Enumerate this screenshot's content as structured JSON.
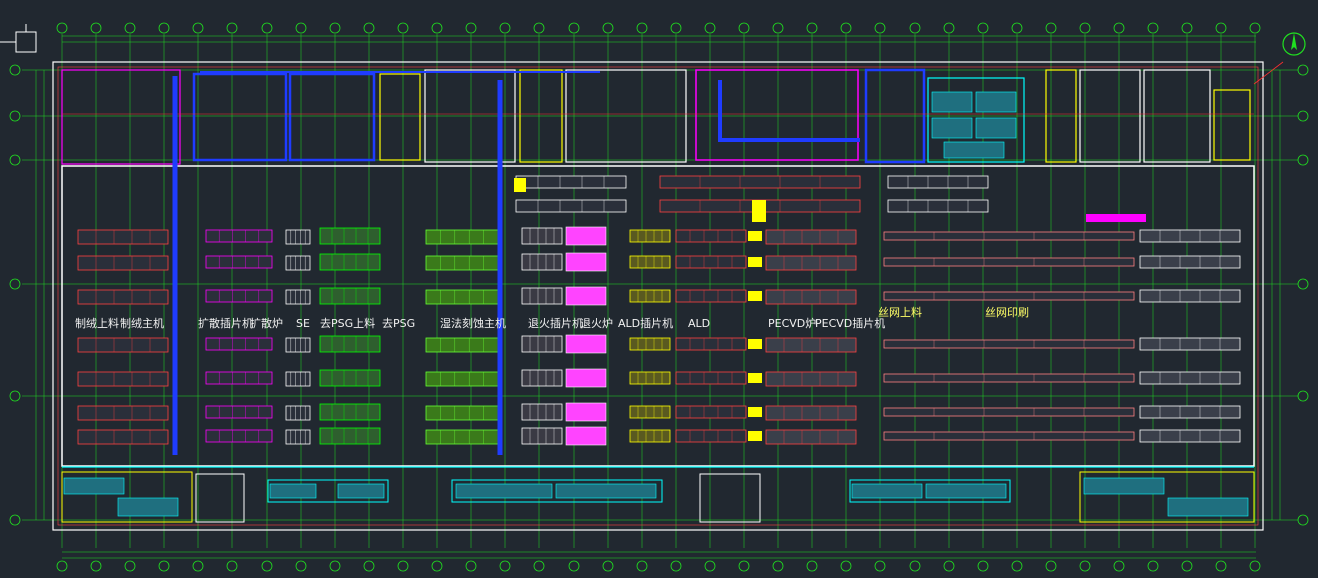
{
  "drawing": {
    "process_labels": [
      {
        "id": "wire-feed",
        "text": "制绒上料"
      },
      {
        "id": "texture",
        "text": "制绒主机"
      },
      {
        "id": "diffusion-loader",
        "text": "扩散插片机"
      },
      {
        "id": "diffusion-furnace",
        "text": "扩散炉"
      },
      {
        "id": "se",
        "text": "SE"
      },
      {
        "id": "psg-loader",
        "text": "去PSG上料"
      },
      {
        "id": "psg",
        "text": "去PSG"
      },
      {
        "id": "wet-etch",
        "text": "湿法刻蚀主机"
      },
      {
        "id": "anneal-loader",
        "text": "退火插片机"
      },
      {
        "id": "anneal-furnace",
        "text": "退火炉"
      },
      {
        "id": "ald-loader",
        "text": "ALD插片机"
      },
      {
        "id": "ald",
        "text": "ALD"
      },
      {
        "id": "pecvd-furnace",
        "text": "PECVD炉"
      },
      {
        "id": "pecvd-loader",
        "text": "PECVD插片机"
      },
      {
        "id": "printing-feed",
        "text": "丝网上料"
      },
      {
        "id": "screen-print",
        "text": "丝网印刷"
      }
    ],
    "colors": {
      "background": "#212830",
      "grid": "#20e020",
      "wall": "#ffffff",
      "accent_blue": "#1f3cff",
      "accent_magenta": "#ff00ff",
      "accent_yellow": "#ffff00",
      "accent_cyan": "#00ffff",
      "accent_red": "#ff3030"
    },
    "icons": [
      "north-arrow-icon",
      "crosshair-icon"
    ]
  }
}
